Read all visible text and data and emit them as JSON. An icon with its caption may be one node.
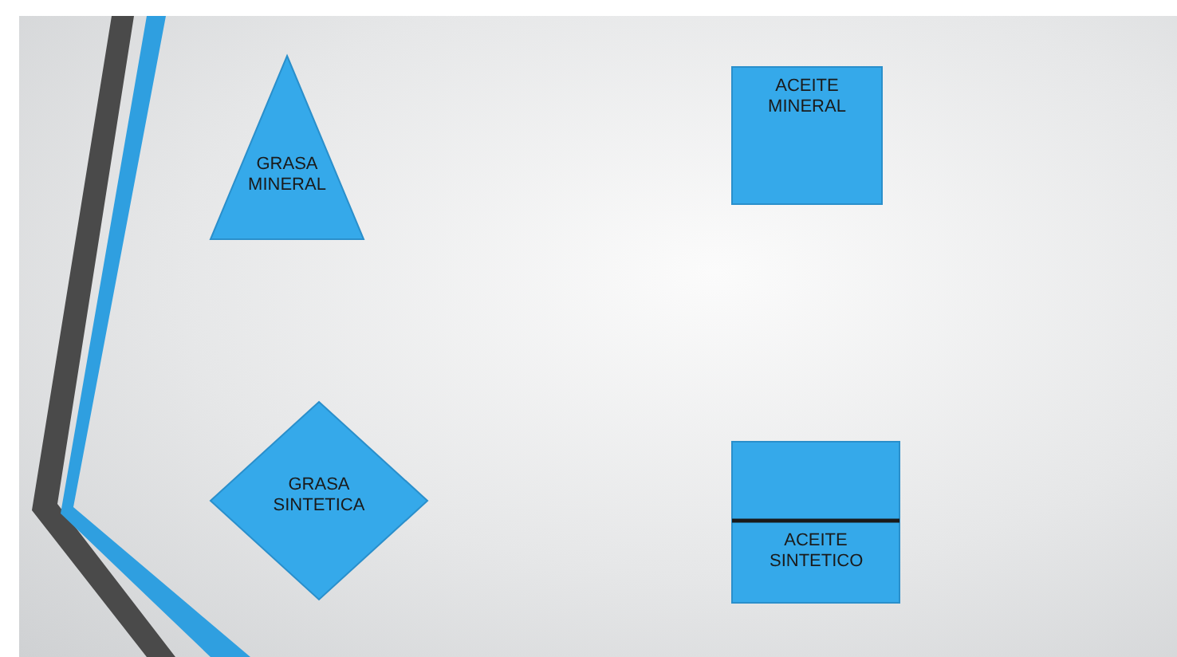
{
  "diagram": {
    "nodes": [
      {
        "text": [
          "GRASA MINERAL"
        ]
      },
      {
        "text": [
          "ACEITE MINERAL"
        ]
      },
      {
        "text": [
          "GRASA SINTETICA"
        ]
      },
      {
        "text": [
          "ACEITE SINTETICO"
        ]
      }
    ]
  }
}
